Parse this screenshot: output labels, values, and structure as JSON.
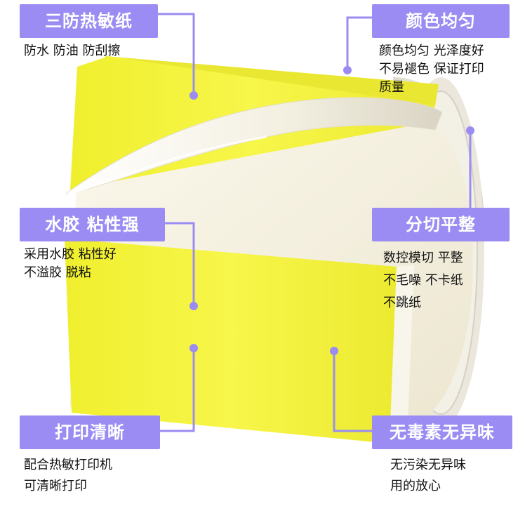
{
  "features": {
    "top_left": {
      "title": "三防热敏纸",
      "lines": [
        "防水 防油 防刮擦"
      ]
    },
    "top_right": {
      "title": "颜色均匀",
      "lines": [
        "颜色均匀 光泽度好",
        "不易褪色 保证打印",
        "质量"
      ]
    },
    "mid_left": {
      "title": "水胶 粘性强",
      "lines": [
        "采用水胶 粘性好",
        "不溢胶 脱粘"
      ]
    },
    "mid_right": {
      "title": "分切平整",
      "lines": [
        "数控模切 平整",
        "不毛噪  不卡纸",
        "不跳纸"
      ]
    },
    "bottom_left": {
      "title": "打印清晰",
      "lines": [
        "配合热敏打印机",
        "可清晰打印"
      ]
    },
    "bottom_right": {
      "title": "无毒素无异味",
      "lines": [
        "无污染无异味",
        "用的放心"
      ]
    }
  },
  "colors": {
    "label_yellow": "#f2f23a",
    "badge_purple": "#9a8cf2",
    "liner_cream": "#f6f2e2",
    "core_brown": "#5a3418"
  }
}
